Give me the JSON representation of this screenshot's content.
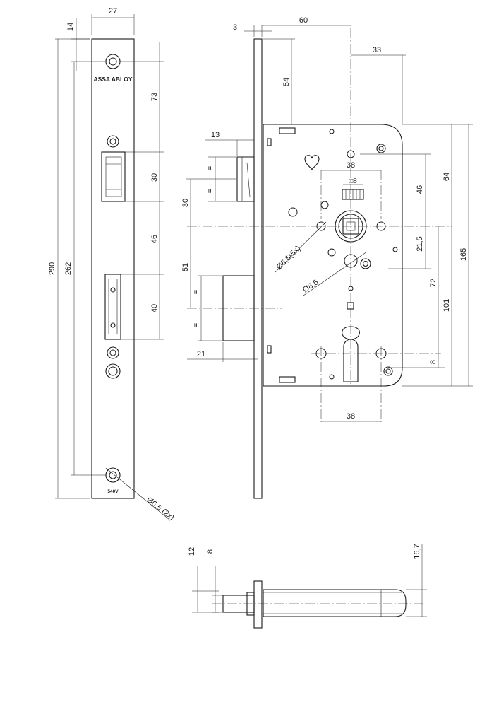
{
  "logo_text": "ASSA ABLOY",
  "model_mark": "540V",
  "front_plate": {
    "width": "27",
    "top_to_hole": "14",
    "total_length": "290",
    "hole_spacing": "262",
    "hole_to_latch": "73",
    "latch_height": "30",
    "latch_to_bolt": "46",
    "bolt_height": "40",
    "hole_label": "Ø6,5 (2x)"
  },
  "side_view": {
    "plate_thickness": "3",
    "spindle_from_plate": "60",
    "spindle_to_back": "33",
    "plate_to_case_top": "54",
    "latch_projection": "13",
    "latch_eq_top": "=",
    "latch_eq_bottom": "=",
    "latch_to_spindle": "30",
    "spindle_to_bolt": "51",
    "bolt_eq_top": "=",
    "bolt_eq_bottom": "=",
    "bolt_projection": "21",
    "hole_spacing_upper": "38",
    "square_label": "□8",
    "holes_label": "Ø6,5(5x)",
    "hole_small_label": "Ø8,5",
    "hole_spacing_lower": "38",
    "upper_hole_to_spindle": "46",
    "spindle_to_hole": "21,5",
    "spindle_to_cylinder": "72",
    "spindle_to_bottom_hole": "101",
    "bottom_hole_offset": "8",
    "upper_hole_from_top": "64",
    "case_height": "165"
  },
  "bottom_view": {
    "plate_width": "12",
    "latch_width": "8",
    "case_thickness": "16,7"
  }
}
